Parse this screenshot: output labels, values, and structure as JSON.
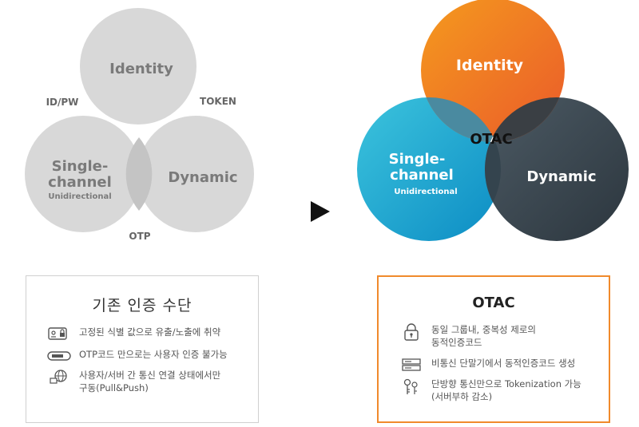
{
  "left_diagram": {
    "circles": {
      "top": "Identity",
      "left_line1": "Single-",
      "left_line2": "channel",
      "left_sub": "Unidirectional",
      "right": "Dynamic"
    },
    "labels": {
      "idpw": "ID/PW",
      "token": "TOKEN",
      "otp": "OTP"
    },
    "color": "#d6d6d6",
    "text_color": "#7a7a7a"
  },
  "arrow": {
    "icon": "play-triangle-icon"
  },
  "right_diagram": {
    "circles": {
      "top": "Identity",
      "left_line1": "Single-",
      "left_line2": "channel",
      "left_sub": "Unidirectional",
      "right": "Dynamic"
    },
    "center": "OTAC",
    "colors": {
      "identity": "#f07a22",
      "single_channel": "#1ea5d0",
      "dynamic": "#3a4750",
      "center": "#ffffff"
    }
  },
  "panel_left": {
    "title": "기존 인증 수단",
    "items": [
      {
        "icon": "id-card-lock-icon",
        "text": "고정된 식별 값으로 유출/노출에 취약"
      },
      {
        "icon": "otp-token-icon",
        "text": "OTP코드 만으로는 사용자 인증 불가능"
      },
      {
        "icon": "globe-computer-icon",
        "text": "사용자/서버 간 통신 연결 상태에서만",
        "text2": "구동(Pull&Push)"
      }
    ],
    "border_color": "#d0d0d0"
  },
  "panel_right": {
    "title": "OTAC",
    "items": [
      {
        "icon": "padlock-icon",
        "text": "동일 그룹내, 중복성 제로의",
        "text2": "동적인증코드"
      },
      {
        "icon": "server-icon",
        "text": "비통신 단말기에서 동적인증코드 생성"
      },
      {
        "icon": "keys-icon",
        "text": "단방향 통신만으로 Tokenization 가능",
        "text2": "(서버부하 감소)"
      }
    ],
    "border_color": "#f08a2c"
  }
}
